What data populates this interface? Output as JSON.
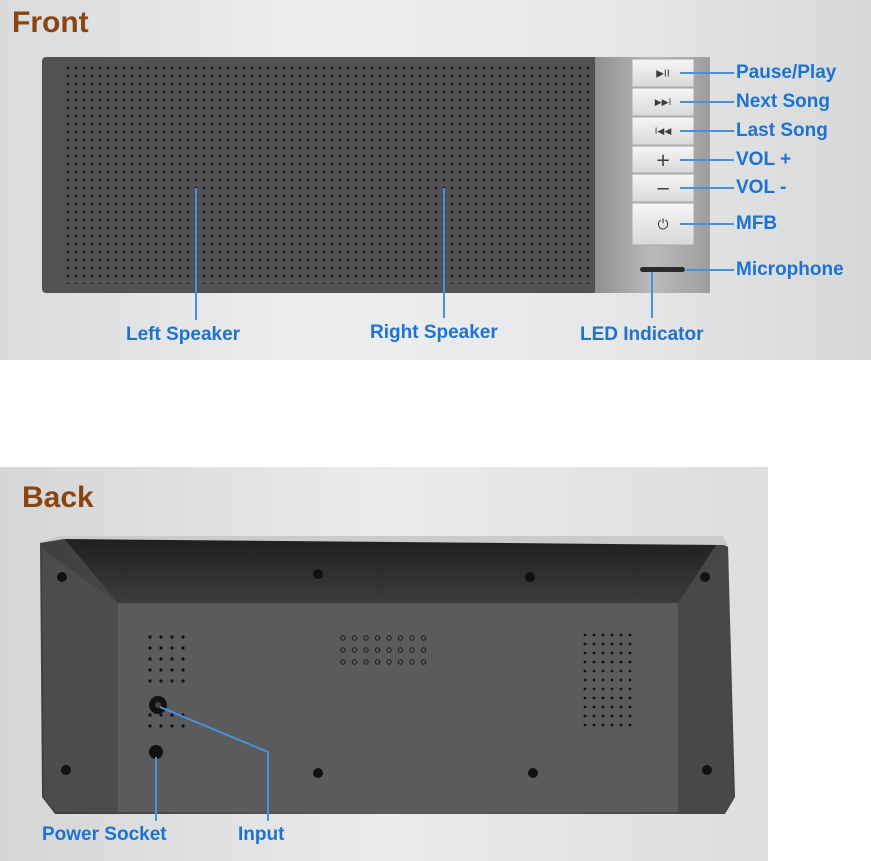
{
  "front": {
    "title": "Front",
    "buttons": [
      {
        "icon": "play-pause-icon",
        "glyph": "▶II",
        "label": "Pause/Play"
      },
      {
        "icon": "next-track-icon",
        "glyph": "▶▶I",
        "label": "Next Song"
      },
      {
        "icon": "previous-track-icon",
        "glyph": "I◀◀",
        "label": "Last Song"
      },
      {
        "icon": "plus-icon",
        "glyph": "+",
        "label": "VOL +"
      },
      {
        "icon": "minus-icon",
        "glyph": "−",
        "label": "VOL -"
      },
      {
        "icon": "power-icon",
        "glyph": "⏻",
        "label": "MFB"
      }
    ],
    "microphone_label": "Microphone",
    "left_speaker_label": "Left Speaker",
    "right_speaker_label": "Right Speaker",
    "led_label": "LED Indicator"
  },
  "back": {
    "title": "Back",
    "power_socket_label": "Power Socket",
    "input_label": "Input"
  },
  "colors": {
    "title": "#8b4513",
    "callout_text": "#1e73d2",
    "callout_line": "#4a90d9",
    "speaker_body": "#4e5052",
    "side_panel": "#a9abad"
  }
}
